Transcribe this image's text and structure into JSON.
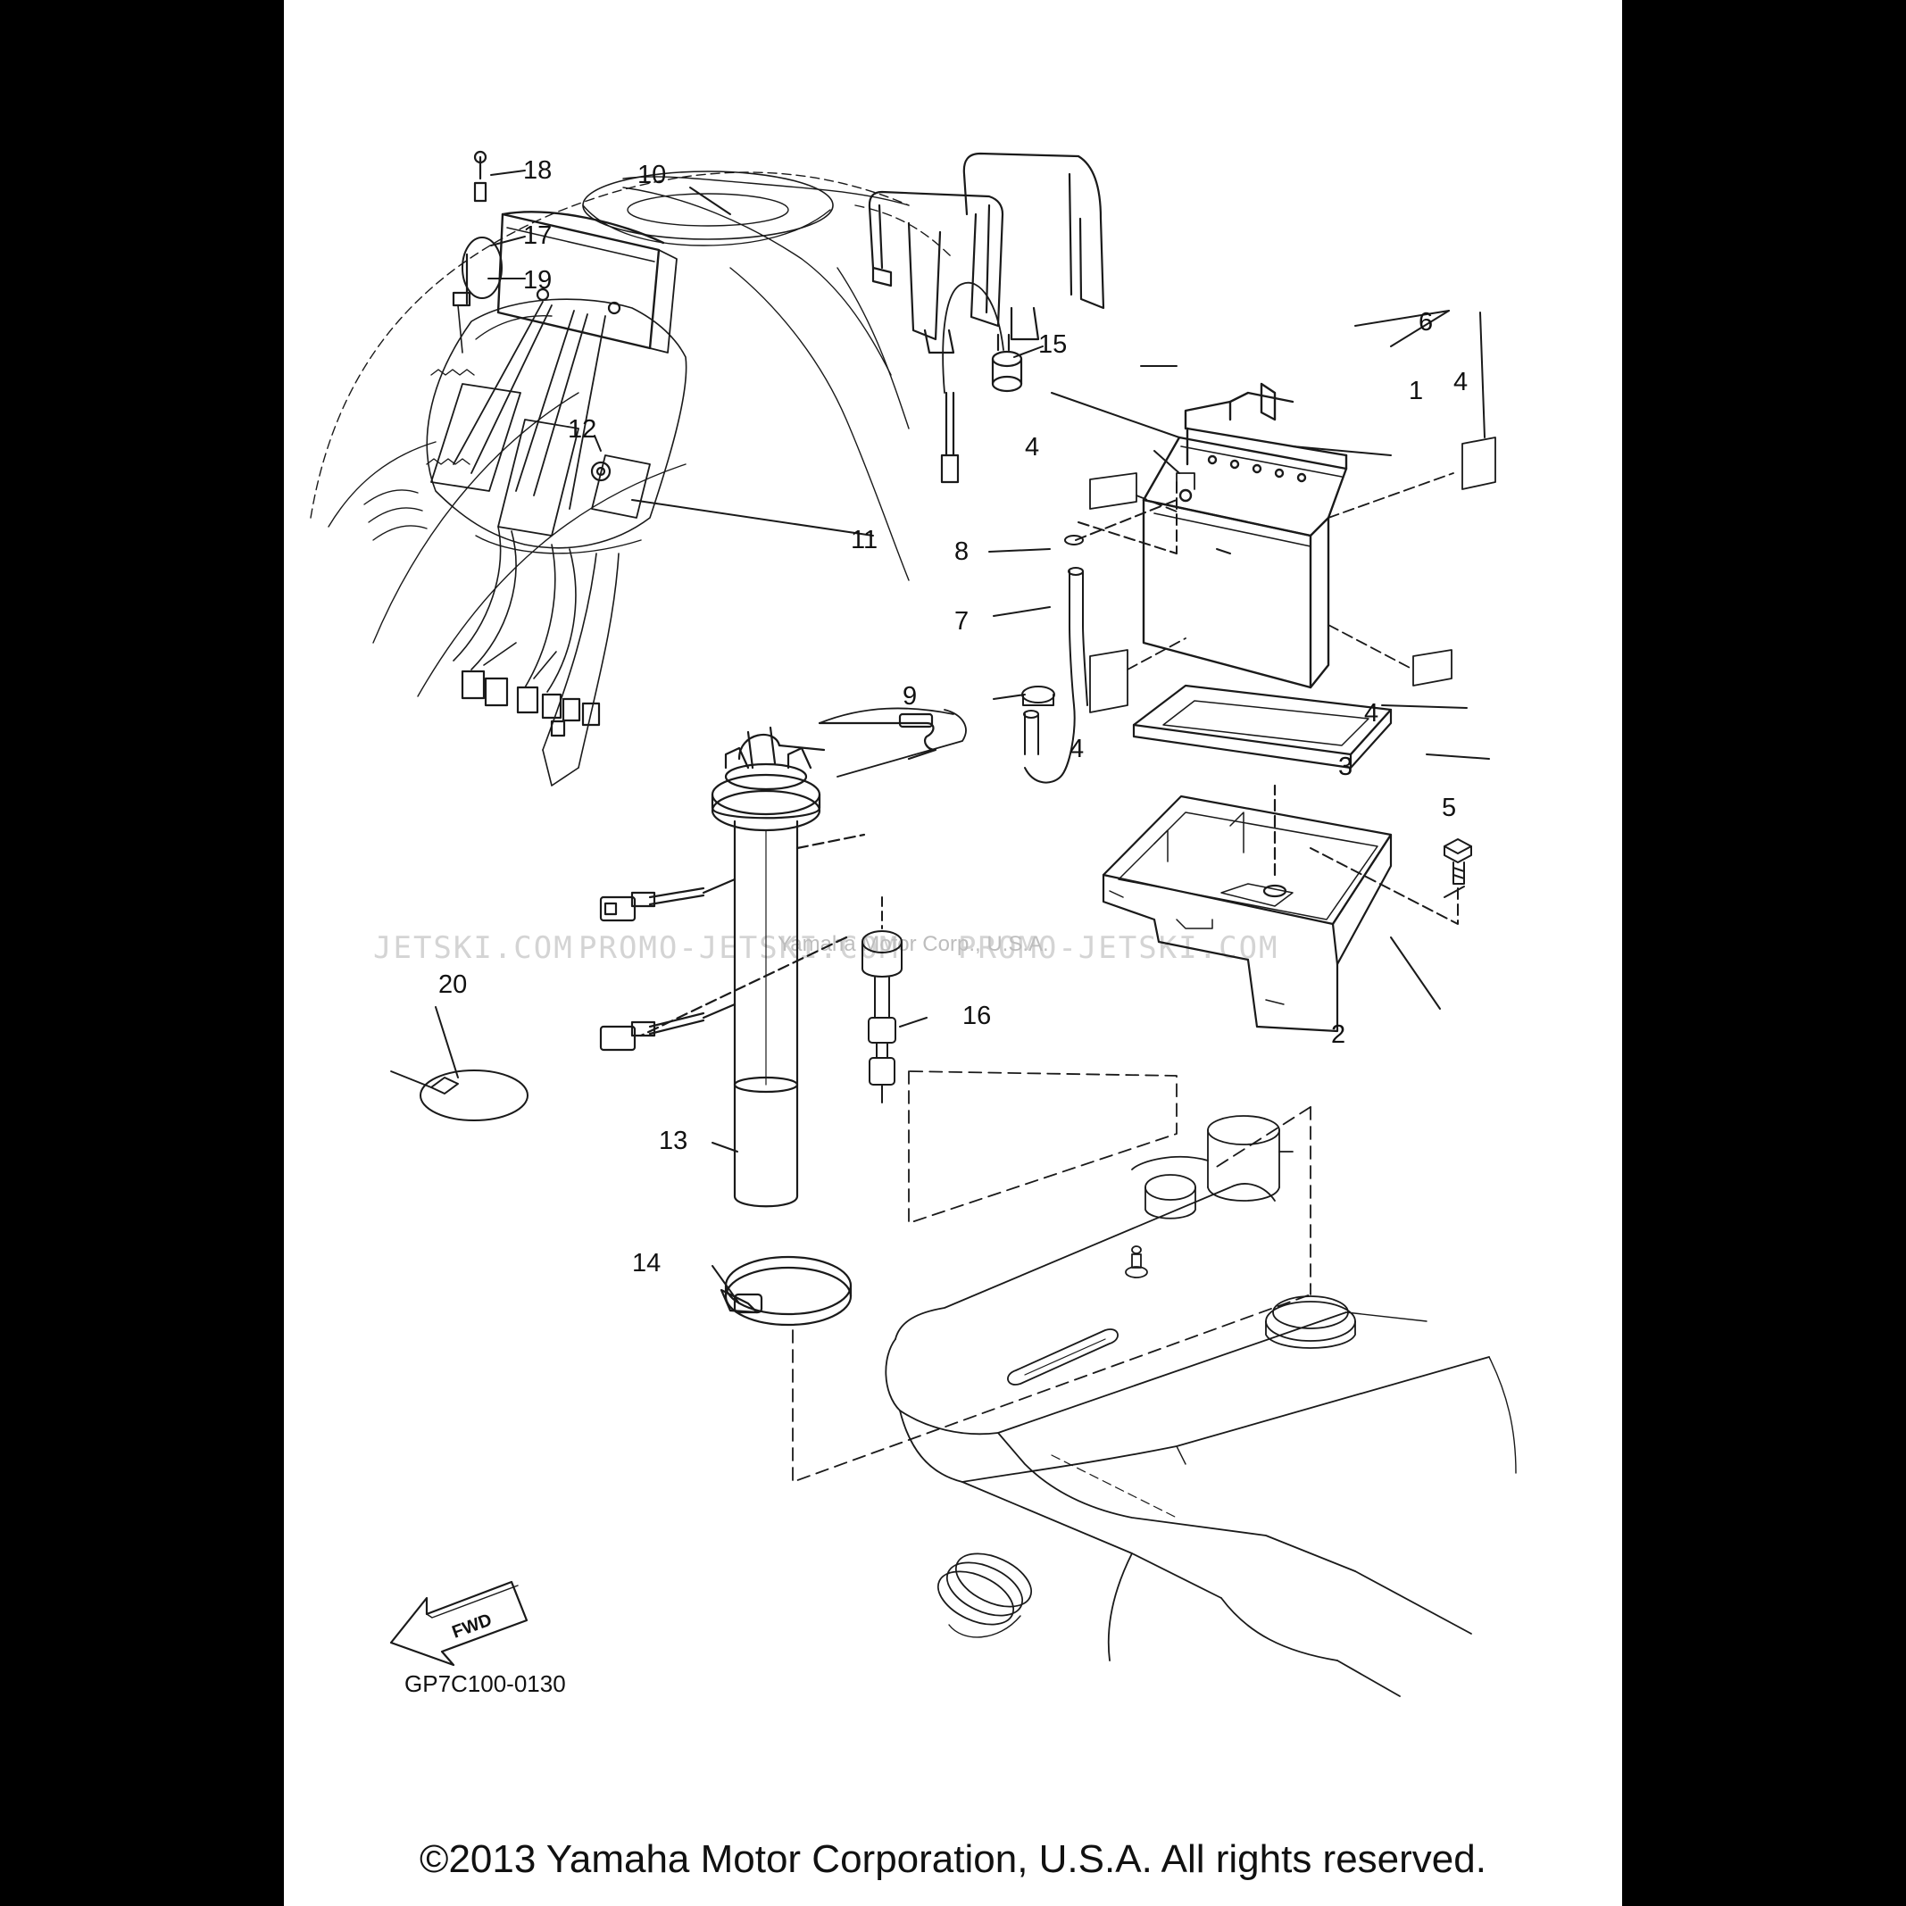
{
  "diagram": {
    "part_code": "GP7C100-0130",
    "fwd_label": "FWD",
    "copyright": "©2013 Yamaha Motor Corporation, U.S.A. All rights reserved.",
    "watermark": {
      "left": "JETSKI.COM",
      "middle": "PROMO-JETSKI.COM",
      "right": "PROMO-JETSKI.COM",
      "credit": "Yamaha Motor Corp., U.S.A."
    },
    "callouts": [
      "1",
      "2",
      "3",
      "4",
      "4",
      "4",
      "4",
      "5",
      "6",
      "7",
      "8",
      "9",
      "10",
      "11",
      "12",
      "13",
      "14",
      "15",
      "16",
      "17",
      "18",
      "19",
      "20"
    ]
  }
}
